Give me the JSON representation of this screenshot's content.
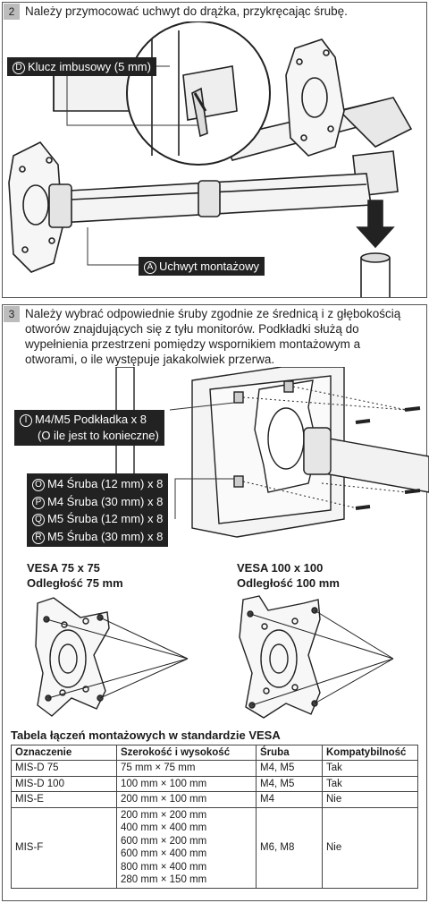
{
  "step2": {
    "number": "2",
    "text": "Należy przymocować uchwyt do drążka, przykręcając śrubę.",
    "labels": {
      "d_key": {
        "letter": "D",
        "text": "Klucz imbusowy (5 mm)"
      },
      "a_mount": {
        "letter": "A",
        "text": "Uchwyt montażowy"
      }
    }
  },
  "step3": {
    "number": "3",
    "text_lines": [
      "Należy wybrać odpowiednie śruby zgodnie ze średnicą i z głębokością",
      "otworów znajdujących się z tyłu monitorów.  Podkładki służą do",
      "wypełnienia przestrzeni pomiędzy wspornikiem montażowym a",
      "otworami, o ile występuje jakakolwiek przerwa."
    ],
    "washer": {
      "letter": "I",
      "line1": "M4/M5 Podkładka x 8",
      "line2": "(O ile jest to konieczne)"
    },
    "screws": [
      {
        "letter": "O",
        "text": "M4 Śruba (12 mm) x 8"
      },
      {
        "letter": "P",
        "text": "M4 Śruba (30 mm) x 8"
      },
      {
        "letter": "Q",
        "text": "M5 Śruba (12 mm) x 8"
      },
      {
        "letter": "R",
        "text": "M5 Śruba (30 mm) x 8"
      }
    ]
  },
  "vesa": {
    "left": {
      "title": "VESA 75 x 75",
      "subtitle": "Odległość 75 mm"
    },
    "right": {
      "title": "VESA 100 x 100",
      "subtitle": "Odległość 100 mm"
    }
  },
  "table": {
    "title": "Tabela łączeń montażowych w standardzie VESA",
    "headers": [
      "Oznaczenie",
      "Szerokość i wysokość",
      "Śruba",
      "Kompatybilność"
    ],
    "rows": [
      {
        "name": "MIS-D 75",
        "sizes": [
          "75 mm × 75 mm"
        ],
        "screw": "M4, M5",
        "compat": "Tak"
      },
      {
        "name": "MIS-D 100",
        "sizes": [
          "100 mm × 100 mm"
        ],
        "screw": "M4, M5",
        "compat": "Tak"
      },
      {
        "name": "MIS-E",
        "sizes": [
          "200 mm × 100 mm"
        ],
        "screw": "M4",
        "compat": "Nie"
      },
      {
        "name": "MIS-F",
        "sizes": [
          "200 mm × 200 mm",
          "400 mm × 400 mm",
          "600 mm × 200 mm",
          "600 mm × 400 mm",
          "800 mm × 400 mm",
          "280 mm × 150 mm"
        ],
        "screw": "M6, M8",
        "compat": "Nie"
      }
    ]
  },
  "colors": {
    "label_bg": "#222222",
    "step_badge": "#bcbcbc",
    "line": "#333333"
  }
}
